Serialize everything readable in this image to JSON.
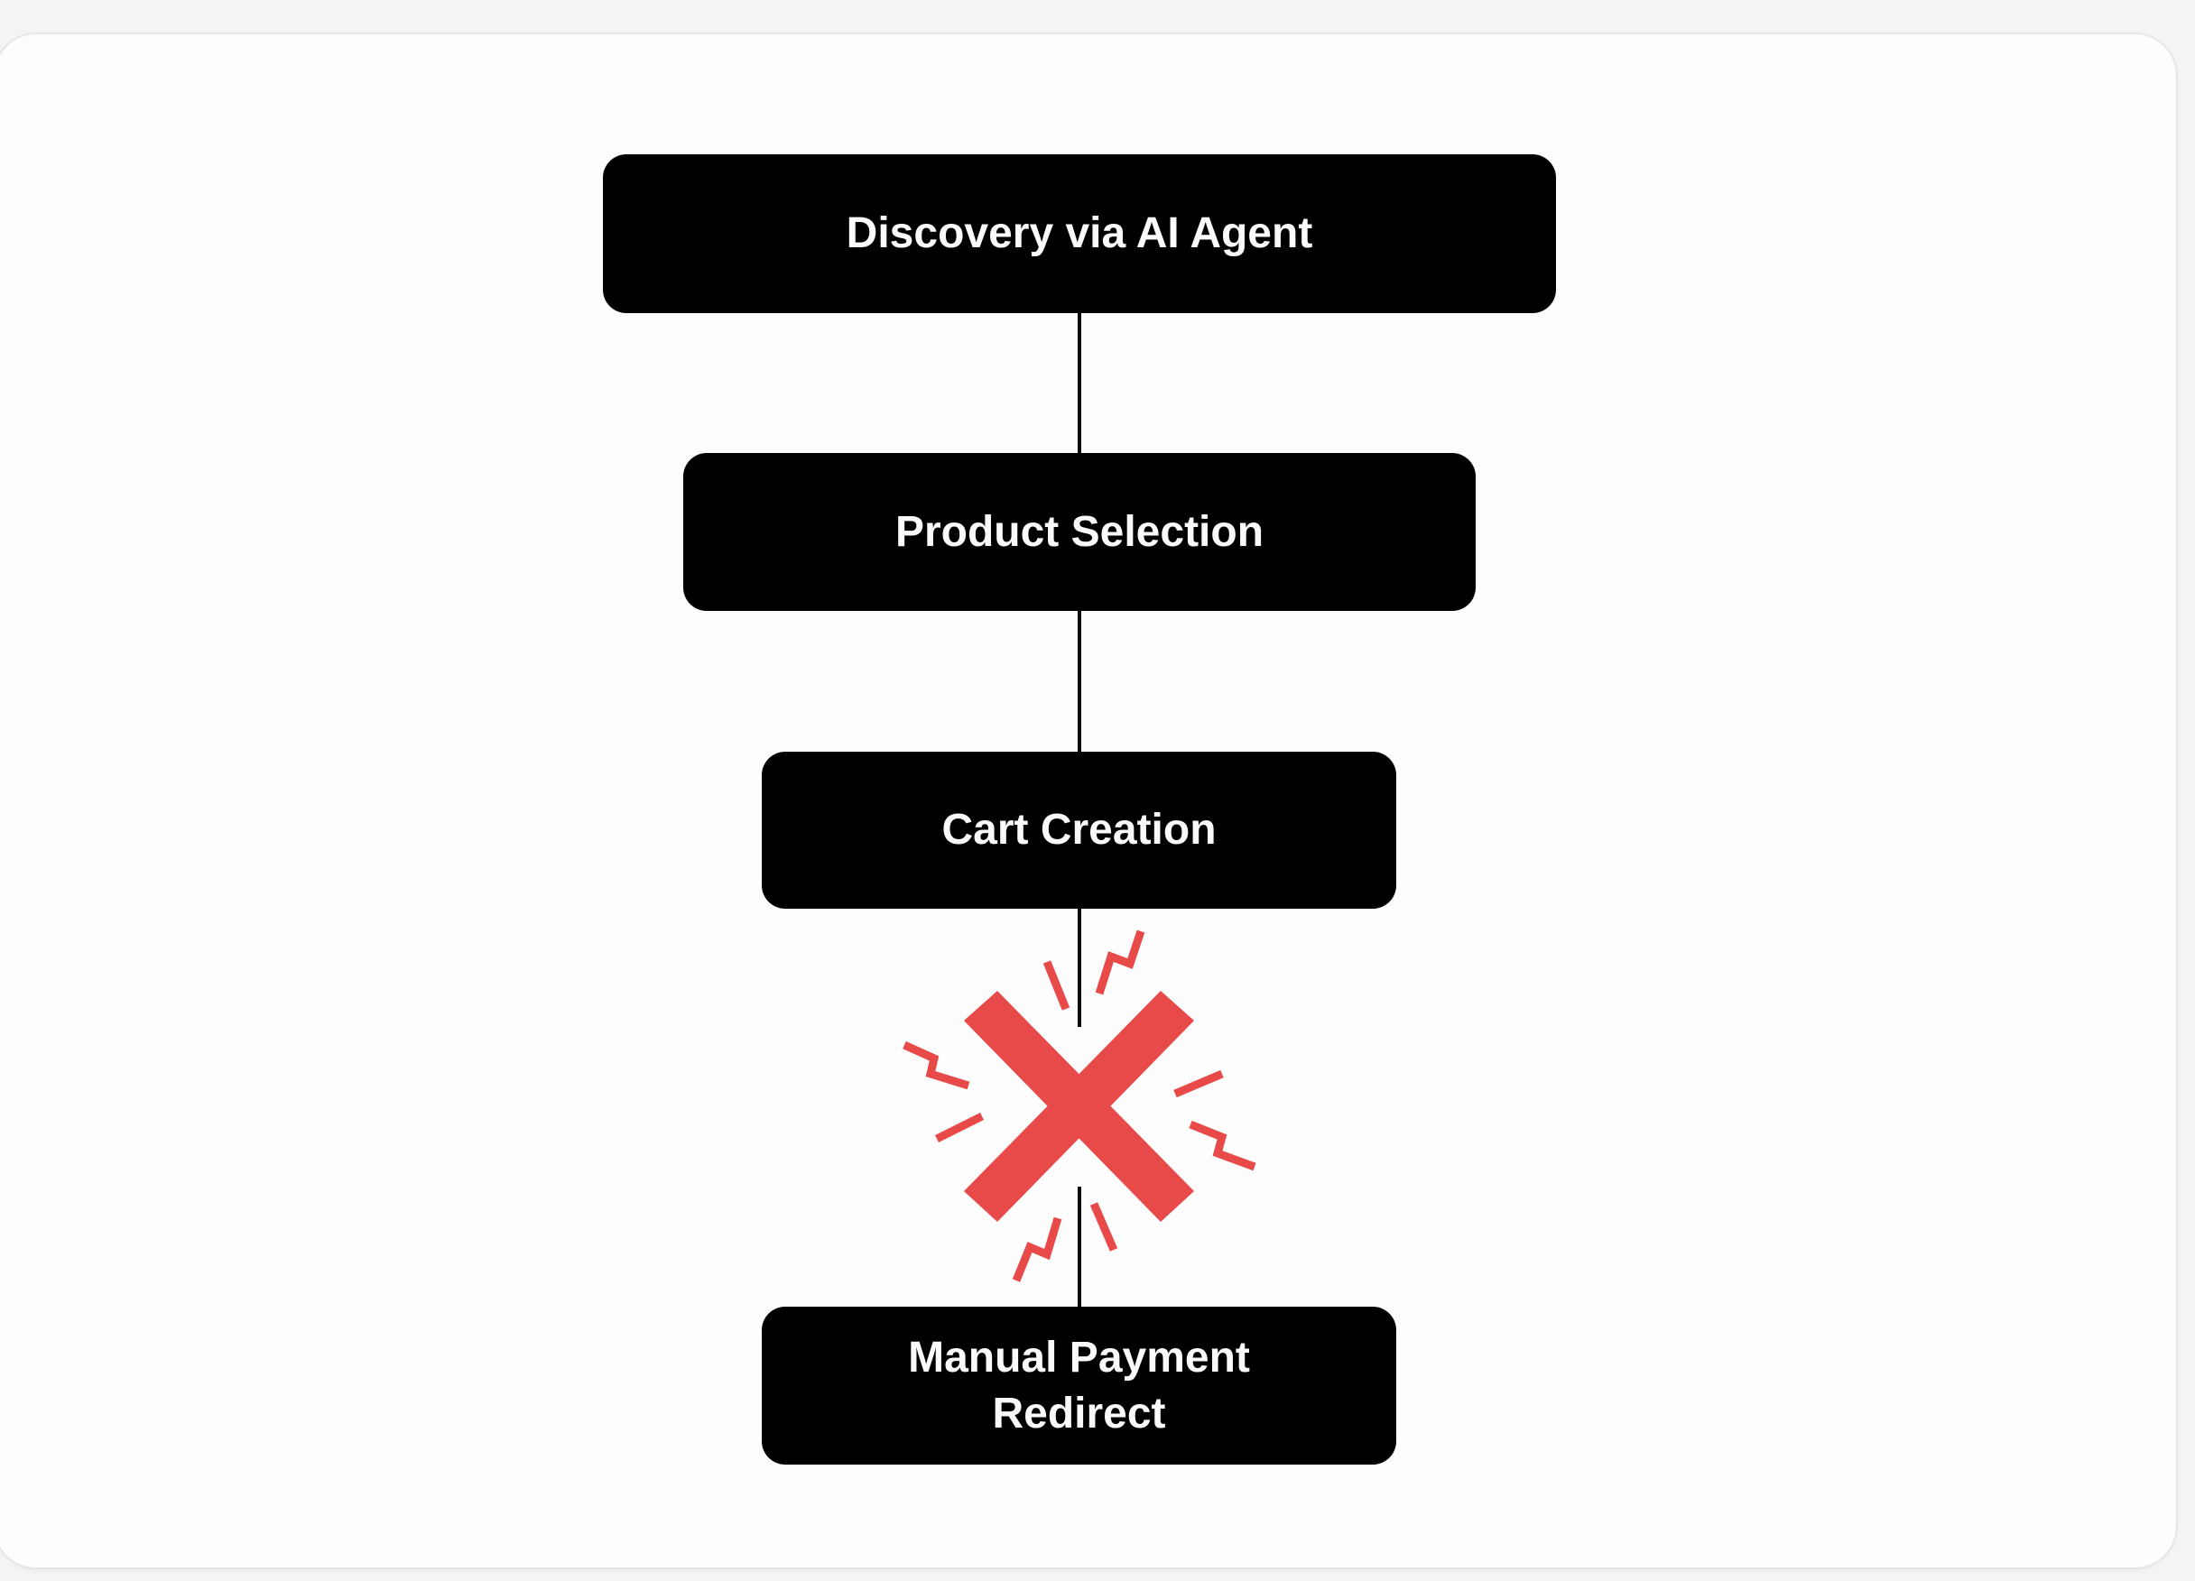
{
  "diagram": {
    "type": "vertical-flowchart",
    "nodes": [
      {
        "id": "discovery",
        "label": "Discovery via AI Agent"
      },
      {
        "id": "selection",
        "label": "Product Selection"
      },
      {
        "id": "cart",
        "label": "Cart Creation"
      },
      {
        "id": "payment",
        "label": "Manual Payment\nRedirect",
        "lines": [
          "Manual Payment",
          "Redirect"
        ]
      }
    ],
    "edges": [
      {
        "from": "discovery",
        "to": "selection",
        "status": "ok"
      },
      {
        "from": "selection",
        "to": "cart",
        "status": "ok"
      },
      {
        "from": "cart",
        "to": "payment",
        "status": "broken",
        "marker": "x-mark-icon"
      }
    ],
    "colors": {
      "node_fill": "#000000",
      "node_text": "#fafafa",
      "connector": "#0a0a0a",
      "error": "#e84a4a",
      "background": "#fdfdfd"
    }
  }
}
